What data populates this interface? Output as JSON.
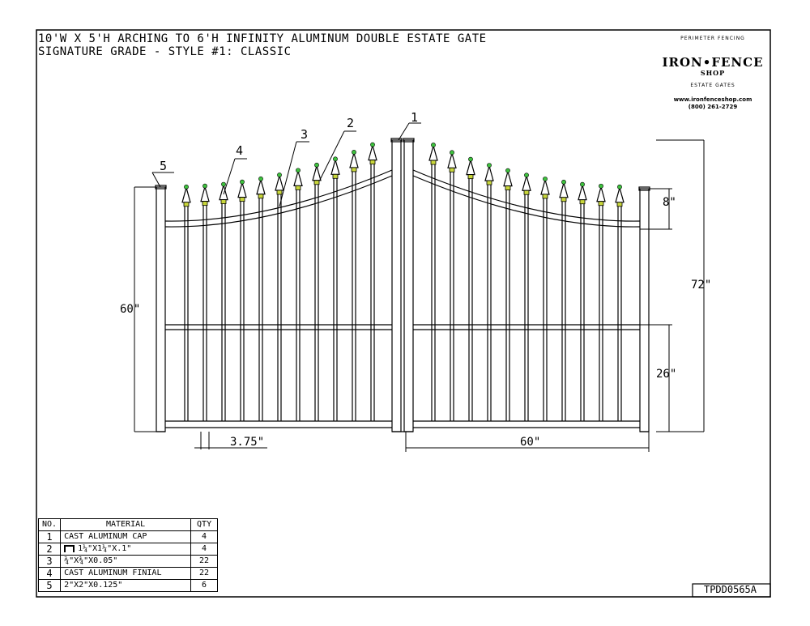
{
  "title": {
    "line1": "10'W X 5'H ARCHING TO 6'H INFINITY ALUMINUM DOUBLE ESTATE GATE",
    "line2": "SIGNATURE GRADE - STYLE #1: CLASSIC"
  },
  "logo": {
    "top_arc": "PERIMETER FENCING",
    "name": "IRON•FENCE",
    "sub": "SHOP",
    "bottom_arc": "ESTATE GATES",
    "website": "www.ironfenceshop.com",
    "phone": "(800) 261-2729"
  },
  "dimensions": {
    "left_height": "60\"",
    "right_height": "72\"",
    "arch_drop": "8\"",
    "rail_height": "26\"",
    "picket_spacing": "3.75\"",
    "gate_width": "60\""
  },
  "callouts": [
    "1",
    "2",
    "3",
    "4",
    "5"
  ],
  "bom": {
    "headers": [
      "NO.",
      "MATERIAL",
      "QTY"
    ],
    "rows": [
      {
        "no": "1",
        "material": "CAST ALUMINUM CAP",
        "qty": "4"
      },
      {
        "no": "2",
        "material": "1¼\"X1¼\"X.1\"",
        "qty": "4"
      },
      {
        "no": "3",
        "material": "¾\"X¾\"X0.05\"",
        "qty": "22"
      },
      {
        "no": "4",
        "material": "CAST ALUMINUM FINIAL",
        "qty": "22"
      },
      {
        "no": "5",
        "material": "2\"X2\"X0.125\"",
        "qty": "6"
      }
    ]
  },
  "drawing_number": "TPDD0565A",
  "colors": {
    "finial_ball": "#3ec23e",
    "finial_collar": "#c8d63a",
    "line": "#000000"
  },
  "icons": {
    "channel_profile": "u-channel-icon",
    "finial": "spear-finial-icon"
  }
}
